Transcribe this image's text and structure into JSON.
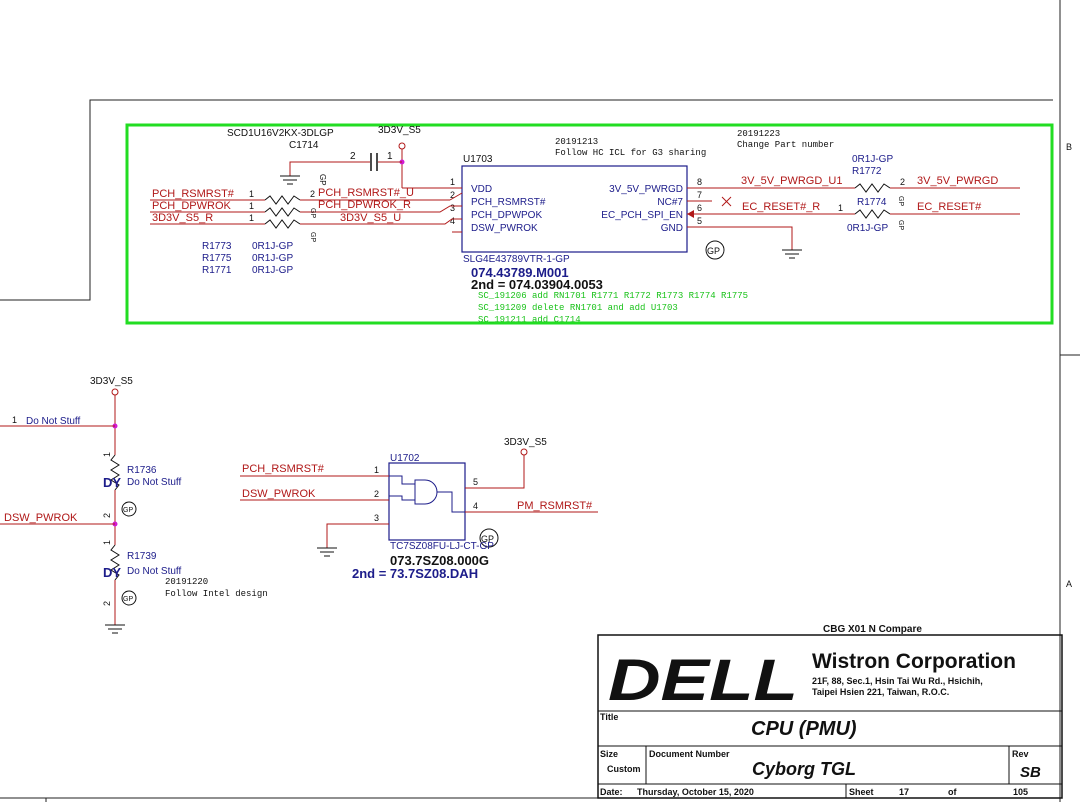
{
  "top_block": {
    "cap_name": "SCD1U16V2KX-3DLGP",
    "cap_ref": "C1714",
    "cap_pin2": "2",
    "cap_pin1": "1",
    "power_net": "3D3V_S5",
    "note1_date": "20191213",
    "note1_text": "Follow HC ICL for G3 sharing",
    "note2_date": "20191223",
    "note2_text": "Change Part number",
    "ic_ref": "U1703",
    "ic_part": "SLG4E43789VTR-1-GP",
    "ic_pn": "074.43789.M001",
    "ic_2nd": "2nd = 074.03904.0053",
    "ic_pins_left": [
      "VDD",
      "PCH_RSMRST#",
      "PCH_DPWPOK",
      "DSW_PWROK"
    ],
    "ic_pins_left_num": [
      "1",
      "2",
      "3",
      "4"
    ],
    "ic_pins_right": [
      "3V_5V_PWRGD",
      "NC#7",
      "EC_PCH_SPI_EN",
      "GND"
    ],
    "ic_pins_right_num": [
      "8",
      "7",
      "6",
      "5"
    ],
    "left_nets": [
      "PCH_RSMRST#",
      "PCH_DPWROK",
      "3D3V_S5_R"
    ],
    "mid_nets": [
      "PCH_RSMRST#_U",
      "PCH_DPWROK_R",
      "3D3V_S5_U"
    ],
    "res_pin1": "1",
    "res_pin2": "2",
    "res_refs": [
      "R1773",
      "R1775",
      "R1771"
    ],
    "res_vals": [
      "0R1J-GP",
      "0R1J-GP",
      "0R1J-GP"
    ],
    "right_res_top_val": "0R1J-GP",
    "right_res_top_ref": "R1772",
    "right_res_bot_ref": "R1774",
    "right_res_bot_val": "0R1J-GP",
    "right_net_top_mid": "3V_5V_PWRGD_U1",
    "right_net_top_out": "3V_5V_PWRGD",
    "right_net_bot_mid": "EC_RESET#_R",
    "right_net_bot_out": "EC_RESET#",
    "gp_label": "GP",
    "change_notes": [
      "SC_191206 add RN1701 R1771 R1772 R1773 R1774 R1775",
      "SC_191209 delete RN1701 and add U1703",
      "SC_191211 add C1714"
    ]
  },
  "left_block": {
    "power_net": "3D3V_S5",
    "dns_pin": "1",
    "dns_label": "Do Not Stuff",
    "r1_ref": "R1736",
    "r1_dy": "DY",
    "r1_label": "Do Not Stuff",
    "net": "DSW_PWROK",
    "r2_ref": "R1739",
    "r2_dy": "DY",
    "r2_label": "Do Not Stuff",
    "note_date": "20191220",
    "note_text": "Follow Intel design",
    "pin1": "1",
    "pin2": "2"
  },
  "and_block": {
    "ic_ref": "U1702",
    "power_net": "3D3V_S5",
    "in1": "PCH_RSMRST#",
    "in2": "DSW_PWROK",
    "out": "PM_RSMRST#",
    "pins": [
      "1",
      "2",
      "3",
      "4",
      "5"
    ],
    "part": "TC7SZ08FU-LJ-CT-GP",
    "pn": "073.7SZ08.000G",
    "pn_2nd": "2nd = 73.7SZ08.DAH"
  },
  "title_block": {
    "compare": "CBG X01 N Compare",
    "logo": "DELL",
    "company": "Wistron Corporation",
    "address1": "21F, 88, Sec.1, Hsin Tai Wu Rd., Hsichih,",
    "address2": "Taipei Hsien 221, Taiwan, R.O.C.",
    "title_label": "Title",
    "title": "CPU (PMU)",
    "size_label": "Size",
    "size_value": "Custom",
    "docnum_label": "Document Number",
    "docnum": "Cyborg TGL",
    "rev_label": "Rev",
    "rev": "SB",
    "date_label": "Date:",
    "date": "Thursday, October 15, 2020",
    "sheet_label": "Sheet",
    "sheet": "17",
    "of_label": "of",
    "total": "105"
  },
  "border": {
    "zone_b": "B",
    "zone_a": "A"
  }
}
